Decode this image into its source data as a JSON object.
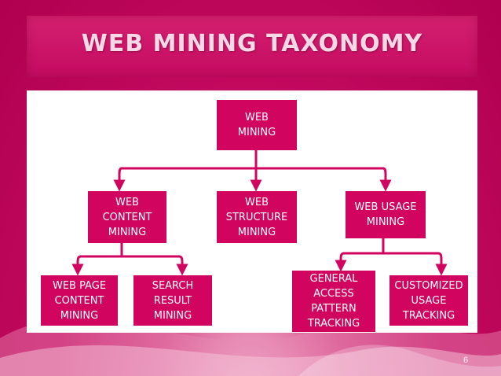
{
  "slide": {
    "title": "WEB MINING TAXONOMY",
    "date": "",
    "page_number": "6"
  },
  "colors": {
    "background": "#c2095f",
    "node_fill": "#d1045f",
    "node_text": "#ffffff",
    "panel": "#ffffff",
    "title_text": "#f7d8e6"
  },
  "diagram": {
    "root": "WEB\nMINING",
    "level1": {
      "content": "WEB\nCONTENT\nMINING",
      "structure": "WEB\nSTRUCTURE\nMINING",
      "usage": "WEB USAGE\nMINING"
    },
    "content_children": {
      "web_page": "WEB PAGE\nCONTENT\nMINING",
      "search_result": "SEARCH\nRESULT\nMINING"
    },
    "usage_children": {
      "general_access": "GENERAL\nACCESS\nPATTERN\nTRACKING",
      "customized": "CUSTOMIZED\nUSAGE\nTRACKING"
    }
  }
}
